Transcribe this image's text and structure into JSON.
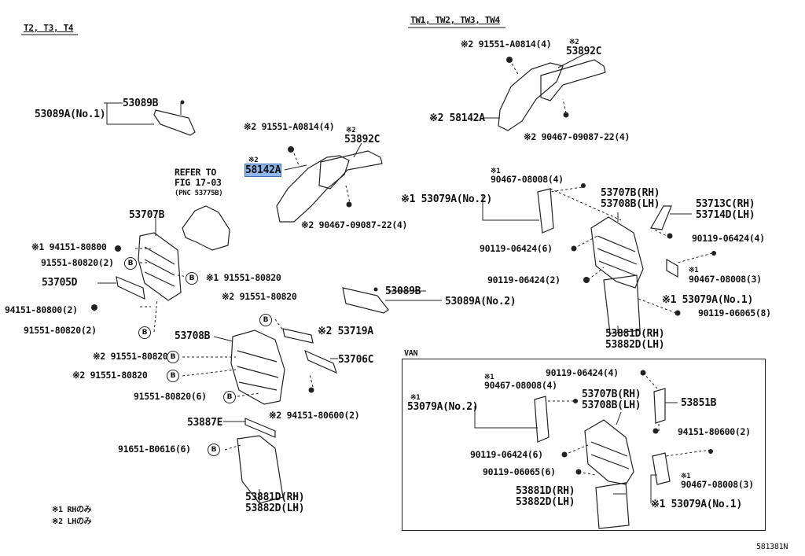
{
  "sections": {
    "left": "T2, T3, T4",
    "right": "TW1, TW2, TW3, TW4",
    "van": "VAN"
  },
  "labels": {
    "l_53089b": "53089B",
    "l_53089a_no1": "53089A(No.1)",
    "l_refer_to": "REFER TO",
    "l_fig": "FIG 17-03",
    "l_pnc": "(PNC 53775B)",
    "l_53707b": "53707B",
    "l_94151_80800_1": "※1 94151-80800",
    "l_91551_80820_2a": "91551-80820(2)",
    "l_53705d": "53705D",
    "l_94151_80800_2": "94151-80800(2)",
    "l_91551_80820_2b": "91551-80820(2)",
    "l_91551_80820_b": "※1 91551-80820",
    "l_91551_a0814_mid": "※2 91551-A0814(4)",
    "l_53892c_mid_note": "※2",
    "l_53892c_mid": "53892C",
    "l_58142a_mid_note": "※2",
    "l_58142a_mid": "58142A",
    "l_90467_09087_mid": "※2 90467-09087-22(4)",
    "l_91551_80820_c": "※2 91551-80820",
    "l_53719a": "※2 53719A",
    "l_53708b": "53708B",
    "l_53706c": "53706C",
    "l_91551_80820_d": "※2 91551-80820",
    "l_91551_80820_e": "※2 91551-80820",
    "l_91551_80820_6": "91551-80820(6)",
    "l_94151_80600_2l": "※2 94151-80600(2)",
    "l_53887e": "53887E",
    "l_91651_b0616": "91651-B0616(6)",
    "l_53881d_rh_l": "53881D(RH)",
    "l_53882d_lh_l": "53882D(LH)",
    "l_53089b_mid": "53089B",
    "l_53089a_no2": "53089A(No.2)",
    "l_91551_a0814_top": "※2 91551-A0814(4)",
    "l_53892c_top_note": "※2",
    "l_53892c_top": "53892C",
    "l_58142a_top": "※2 58142A",
    "l_90467_09087_top": "※2 90467-09087-22(4)",
    "l_note1_a": "※1",
    "l_90467_08008_4": "90467-08008(4)",
    "l_53079a_no2": "※1 53079A(No.2)",
    "l_53707b_rh": "53707B(RH)",
    "l_53708b_lh": "53708B(LH)",
    "l_53713c": "53713C(RH)",
    "l_53714d": "53714D(LH)",
    "l_90119_06424_4": "90119-06424(4)",
    "l_90119_06424_6": "90119-06424(6)",
    "l_note1_b": "※1",
    "l_90467_08008_3": "90467-08008(3)",
    "l_90119_06424_2": "90119-06424(2)",
    "l_53079a_no1": "※1 53079A(No.1)",
    "l_90119_06065_8": "90119-06065(8)",
    "l_53881d_rh": "53881D(RH)",
    "l_53882d_lh": "53882D(LH)",
    "v_90119_06424_4": "90119-06424(4)",
    "v_note1_a": "※1",
    "v_90467_08008_4": "90467-08008(4)",
    "v_note1_b": "※1",
    "v_53079a_no2": "53079A(No.2)",
    "v_53707b_rh": "53707B(RH)",
    "v_53708b_lh": "53708B(LH)",
    "v_53851b": "53851B",
    "v_94151_80600_2": "94151-80600(2)",
    "v_90119_06424_6": "90119-06424(6)",
    "v_note1_c": "※1",
    "v_90467_08008_3": "90467-08008(3)",
    "v_90119_06065_6": "90119-06065(6)",
    "v_53881d_rh": "53881D(RH)",
    "v_53882d_lh": "53882D(LH)",
    "v_53079a_no1": "※1 53079A(No.1)"
  },
  "callout_letter": "B",
  "notes": {
    "rh_only": "※1 RHのみ",
    "lh_only": "※2 LHのみ"
  },
  "diagram_id": "581381N",
  "highlight": {
    "part": "58142A",
    "color": "#8fb6e8"
  }
}
